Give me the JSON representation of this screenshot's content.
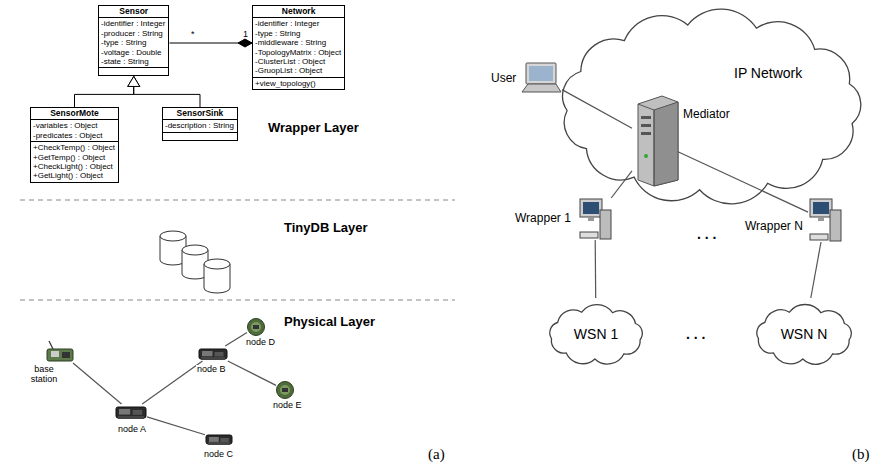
{
  "diagram": {
    "nodes": [
      {
        "text": [
          "Sensor",
          "-identifier : Integer",
          "-producer : String",
          "-type : String",
          "-voltage : Double",
          "-state : String"
        ]
      },
      {
        "text": [
          "Network",
          "-identifier : Integer",
          "-type : String",
          "-middleware : String",
          "-TopologyMatrix : Object",
          "-ClusterList : Object",
          "-GruopList : Object",
          "+view_topology()"
        ]
      },
      {
        "text": [
          "SensorMote",
          "-variables : Object",
          "-predicates : Object",
          "+CheckTemp() : Object",
          "+GetTemp() : Object",
          "+CheckLight() : Object",
          "+GetLight() : Object"
        ]
      },
      {
        "text": [
          "SensorSink",
          "-description : String"
        ]
      },
      {
        "text": [
          "base station"
        ]
      },
      {
        "text": [
          "node A"
        ]
      },
      {
        "text": [
          "node B"
        ]
      },
      {
        "text": [
          "node C"
        ]
      },
      {
        "text": [
          "node D"
        ]
      },
      {
        "text": [
          "node E"
        ]
      },
      {
        "text": [
          "IP Network"
        ]
      },
      {
        "text": [
          "User"
        ]
      },
      {
        "text": [
          "Mediator"
        ],
        "in": 10
      },
      {
        "text": [
          "Wrapper 1"
        ]
      },
      {
        "text": [
          "Wrapper N"
        ]
      },
      {
        "text": [
          "WSN 1"
        ]
      },
      {
        "text": [
          "WSN N"
        ]
      }
    ],
    "edges": [
      {
        "from": 0,
        "to": 1,
        "arrow": "to"
      },
      {
        "from": 2,
        "to": 0,
        "arrow": "to"
      },
      {
        "from": 3,
        "to": 0,
        "arrow": "to"
      },
      {
        "from": 4,
        "to": 5,
        "arrow": "none"
      },
      {
        "from": 5,
        "to": 6,
        "arrow": "none"
      },
      {
        "from": 5,
        "to": 7,
        "arrow": "none"
      },
      {
        "from": 6,
        "to": 8,
        "arrow": "none"
      },
      {
        "from": 6,
        "to": 9,
        "arrow": "none"
      },
      {
        "from": 11,
        "to": 12,
        "arrow": "none"
      },
      {
        "from": 12,
        "to": 13,
        "arrow": "none"
      },
      {
        "from": 12,
        "to": 14,
        "arrow": "none"
      },
      {
        "from": 13,
        "to": 15,
        "arrow": "none"
      },
      {
        "from": 14,
        "to": 16,
        "arrow": "none"
      }
    ],
    "labels": [
      "*",
      "1",
      "Wrapper Layer",
      "TinyDB Layer",
      "Physical Layer",
      "(a)",
      "(b)",
      ". . .",
      ". . ."
    ]
  }
}
